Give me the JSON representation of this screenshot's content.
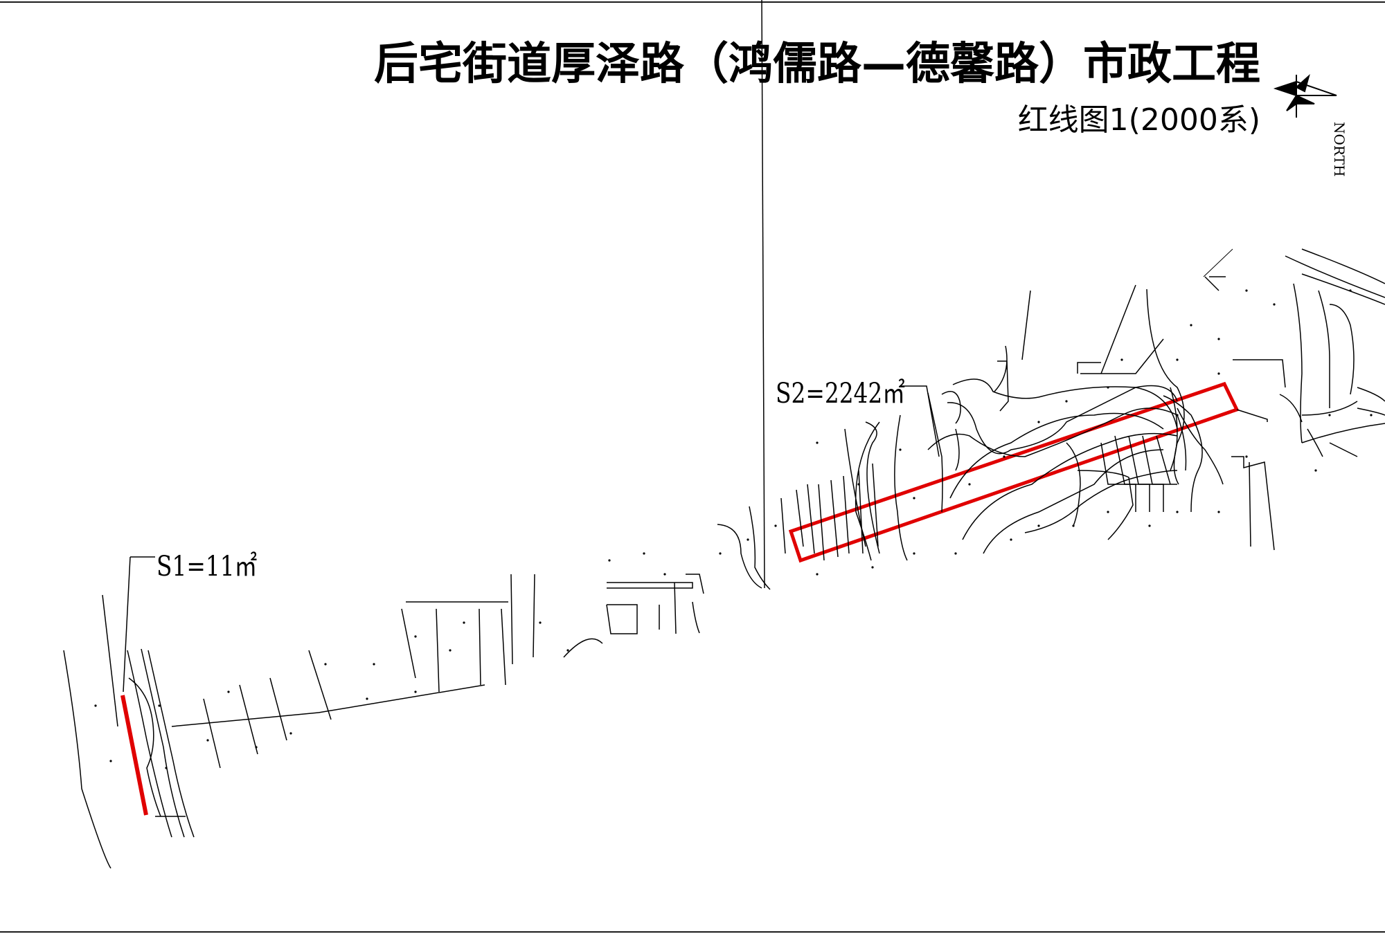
{
  "title": "后宅街道厚泽路（鸿儒路—德馨路）市政工程",
  "subtitle": "红线图1(2000系)",
  "north_label": "NORTH",
  "icons": {
    "compass": "north-arrow-icon"
  },
  "areas": {
    "s1": "S1=11㎡",
    "s2": "S2=2242㎡"
  },
  "colors": {
    "red_line": "#e00000",
    "linework": "#000000"
  }
}
